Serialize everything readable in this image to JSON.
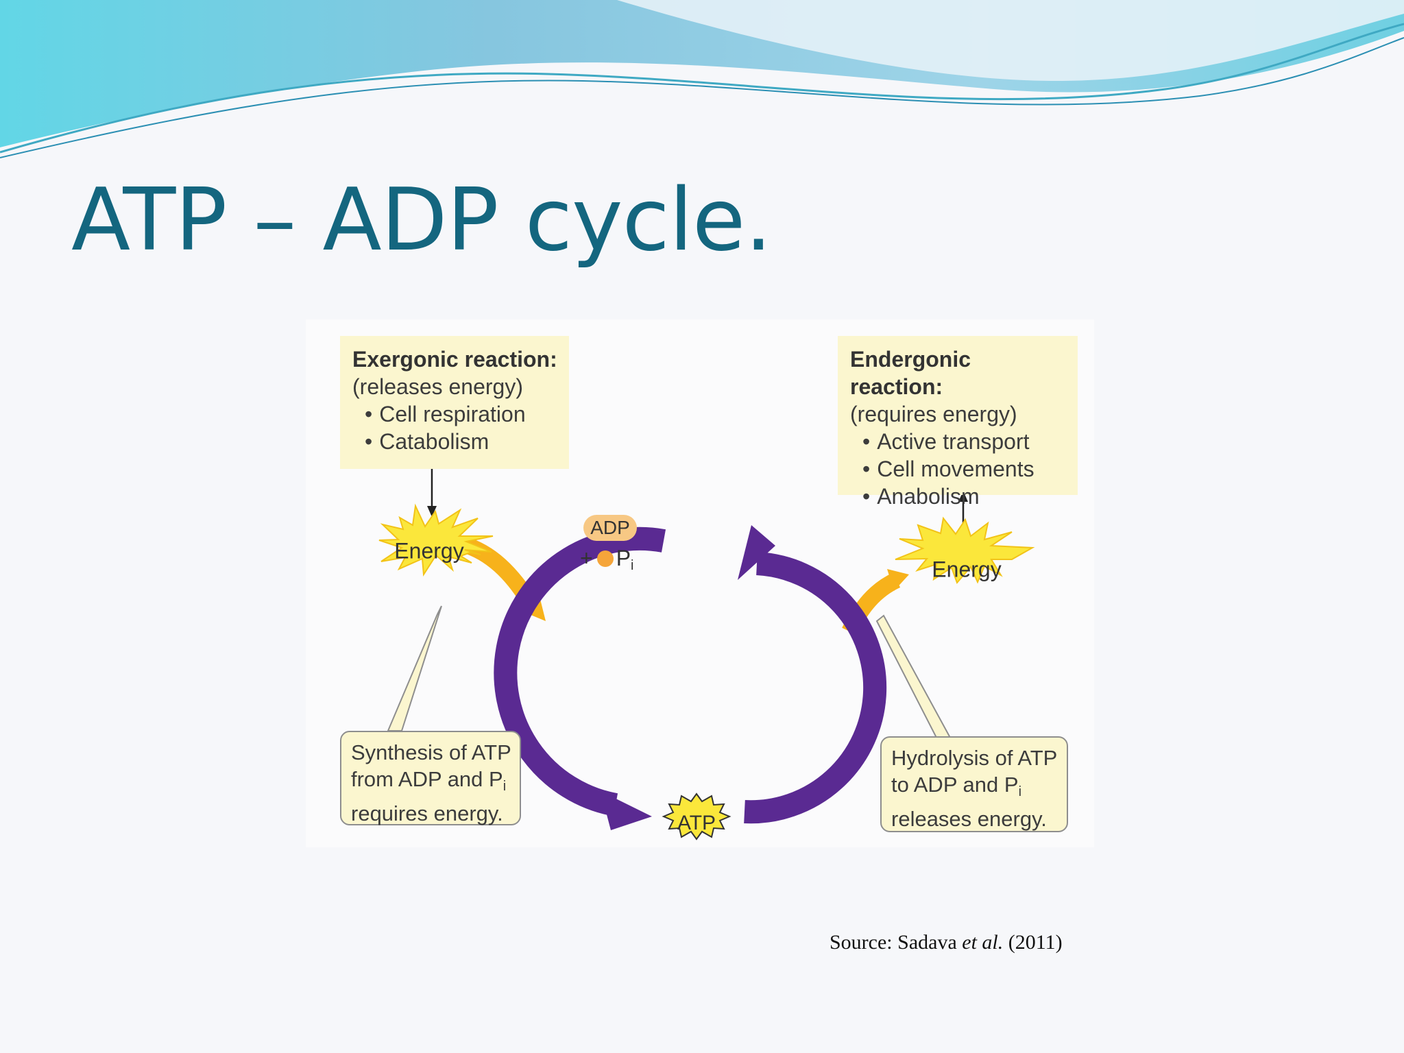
{
  "slide": {
    "title": "ATP – ADP cycle.",
    "source": {
      "prefix": "Source: Sadava ",
      "italic": "et al.",
      "suffix": " (2011)"
    }
  },
  "diagram": {
    "exergonic": {
      "heading": "Exergonic reaction:",
      "sub": "(releases energy)",
      "items": [
        "Cell respiration",
        "Catabolism"
      ]
    },
    "endergonic": {
      "heading": "Endergonic reaction:",
      "sub": "(requires energy)",
      "items": [
        "Active transport",
        "Cell movements",
        "Anabolism"
      ]
    },
    "energy_left": "Energy",
    "energy_right": "Energy",
    "adp": "ADP",
    "plus": "+",
    "pi_letter": "P",
    "pi_sub": "i",
    "atp": "ATP",
    "synthesis_note": {
      "line1": "Synthesis of ATP",
      "line2_pre": "from ADP and P",
      "line2_sub": "i",
      "line3": "requires energy."
    },
    "hydrolysis_note": {
      "line1": "Hydrolysis of ATP",
      "line2_pre": "to ADP and P",
      "line2_sub": "i",
      "line3": "releases energy."
    },
    "colors": {
      "cycle_arrow": "#5a2a92",
      "energy_arrow": "#f7b21b",
      "burst": "#fbe73b",
      "box_fill": "#fbf6cf",
      "title": "#14667f"
    }
  }
}
